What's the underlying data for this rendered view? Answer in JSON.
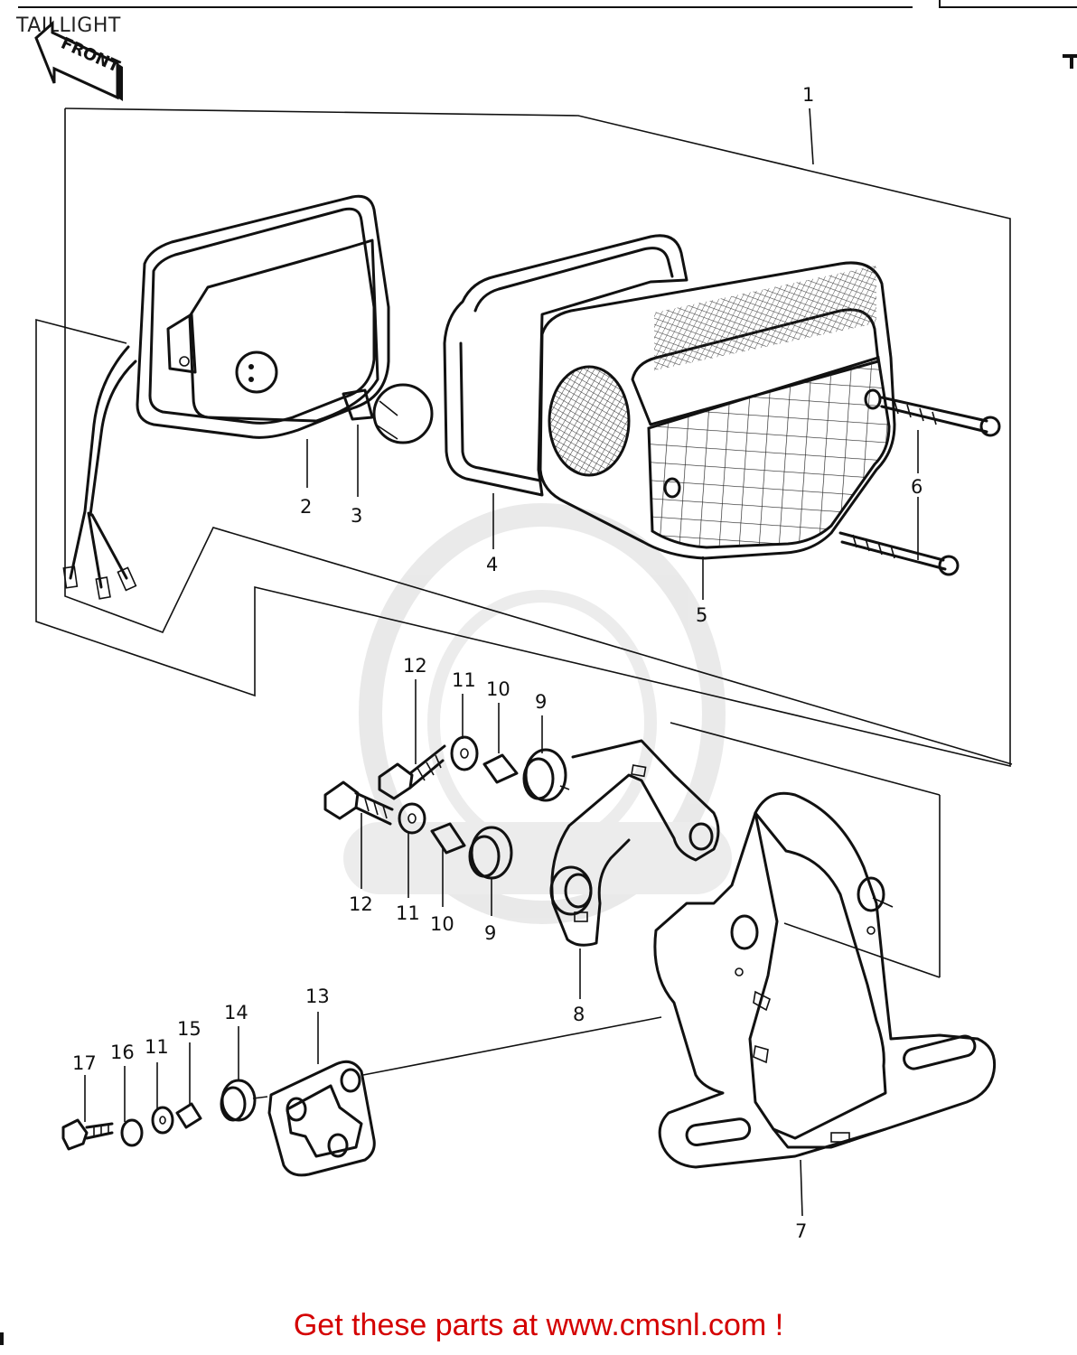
{
  "header": {
    "title": "TAILLIGHT"
  },
  "front_tag": {
    "label": "FRONT"
  },
  "footer": {
    "text": "Get these parts at www.cmsnl.com !"
  },
  "callouts": [
    {
      "id": "c1",
      "label": "1"
    },
    {
      "id": "c2",
      "label": "2"
    },
    {
      "id": "c3",
      "label": "3"
    },
    {
      "id": "c4",
      "label": "4"
    },
    {
      "id": "c5",
      "label": "5"
    },
    {
      "id": "c6",
      "label": "6"
    },
    {
      "id": "c7",
      "label": "7"
    },
    {
      "id": "c8",
      "label": "8"
    },
    {
      "id": "c9a",
      "label": "9"
    },
    {
      "id": "c9b",
      "label": "9"
    },
    {
      "id": "c10a",
      "label": "10"
    },
    {
      "id": "c10b",
      "label": "10"
    },
    {
      "id": "c11a",
      "label": "11"
    },
    {
      "id": "c11b",
      "label": "11"
    },
    {
      "id": "c11c",
      "label": "11"
    },
    {
      "id": "c12a",
      "label": "12"
    },
    {
      "id": "c12b",
      "label": "12"
    },
    {
      "id": "c13",
      "label": "13"
    },
    {
      "id": "c14",
      "label": "14"
    },
    {
      "id": "c15",
      "label": "15"
    },
    {
      "id": "c16",
      "label": "16"
    },
    {
      "id": "c17",
      "label": "17"
    }
  ]
}
